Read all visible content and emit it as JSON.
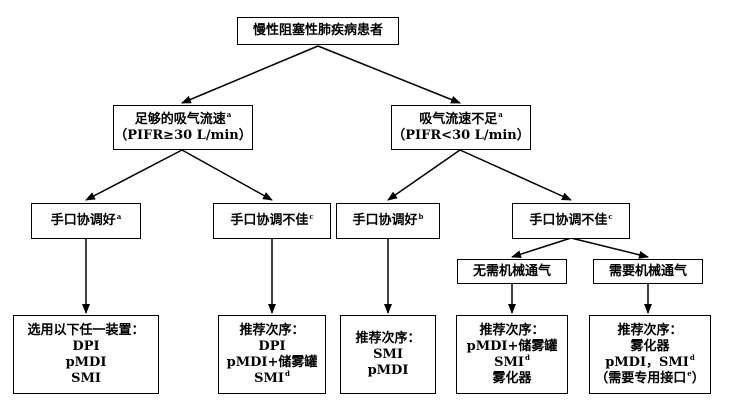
{
  "nodes": {
    "root": {
      "text": "慢性阻塞性肺疾病患者"
    },
    "adequate": {
      "line1": "足够的吸气流速",
      "line1_sup": "a",
      "line2": "（PIFR≥30 L/min）"
    },
    "insufficient": {
      "line1": "吸气流速不足",
      "line1_sup": "a",
      "line2": "（PIFR<30 L/min）"
    },
    "coord_good_1": {
      "text": "手口协调好",
      "sup": "a"
    },
    "coord_poor_1": {
      "text": "手口协调不佳",
      "sup": "c"
    },
    "coord_good_2": {
      "text": "手口协调好",
      "sup": "b"
    },
    "coord_poor_2": {
      "text": "手口协调不佳",
      "sup": "c"
    },
    "no_ventilation": {
      "text": "无需机械通气"
    },
    "ventilation": {
      "text": "需要机械通气"
    },
    "rec_any": {
      "line1": "选用以下任一装置：",
      "line2": "DPI",
      "line3": "pMDI",
      "line4": "SMI"
    },
    "rec_order_1": {
      "line1": "推荐次序：",
      "line2": "DPI",
      "line3": "pMDI+储雾罐",
      "line4": "SMI",
      "line4_sup": "d"
    },
    "rec_order_2": {
      "line1": "推荐次序：",
      "line2": "SMI",
      "line3": "pMDI"
    },
    "rec_order_3": {
      "line1": "推荐次序：",
      "line2": "pMDI+储雾罐",
      "line3": "SMI",
      "line3_sup": "d",
      "line4": "雾化器"
    },
    "rec_order_4": {
      "line1": "推荐次序：",
      "line2": "雾化器",
      "line3": "pMDI，SMI",
      "line3_sup": "d",
      "line4": "（需要专用接口",
      "line4_sup": "e",
      "line4_end": "）"
    }
  }
}
